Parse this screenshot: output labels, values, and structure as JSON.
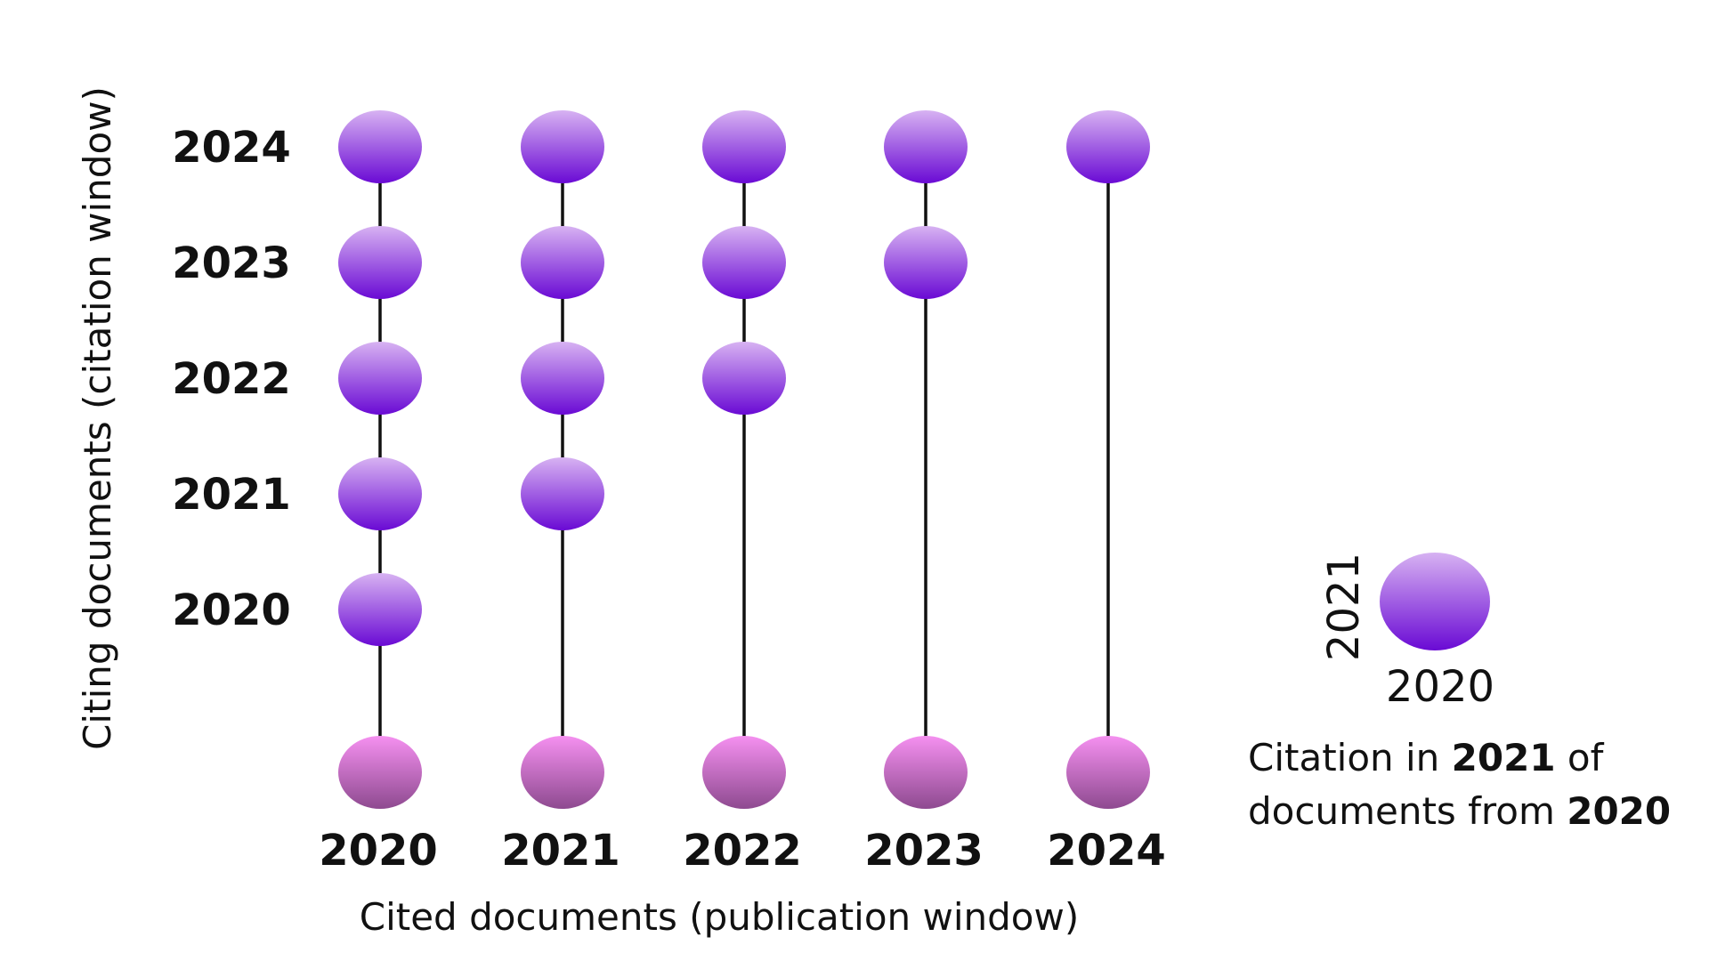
{
  "chart_data": {
    "type": "diagram",
    "x_axis_title": "Cited documents (publication window)",
    "y_axis_title": "Citing documents (citation window)",
    "publication_years": [
      "2020",
      "2021",
      "2022",
      "2023",
      "2024"
    ],
    "citation_years": [
      "2020",
      "2021",
      "2022",
      "2023",
      "2024"
    ],
    "citations": [
      {
        "publication_year": "2020",
        "citation_years": [
          "2020",
          "2021",
          "2022",
          "2023",
          "2024"
        ]
      },
      {
        "publication_year": "2021",
        "citation_years": [
          "2021",
          "2022",
          "2023",
          "2024"
        ]
      },
      {
        "publication_year": "2022",
        "citation_years": [
          "2022",
          "2023",
          "2024"
        ]
      },
      {
        "publication_year": "2023",
        "citation_years": [
          "2023",
          "2024"
        ]
      },
      {
        "publication_year": "2024",
        "citation_years": [
          "2024"
        ]
      }
    ],
    "colors": {
      "citation_top": "#d7b2f2",
      "citation_bottom": "#6a0ad4",
      "publication_top": "#f590f0",
      "publication_bottom": "#8e4a90",
      "stem": "#111111"
    }
  },
  "legend": {
    "vertical_year": "2021",
    "horizontal_year": "2020",
    "caption_prefix": "Citation in ",
    "caption_citation_year": "2021",
    "caption_middle": " of documents from ",
    "caption_publication_year": "2020"
  }
}
